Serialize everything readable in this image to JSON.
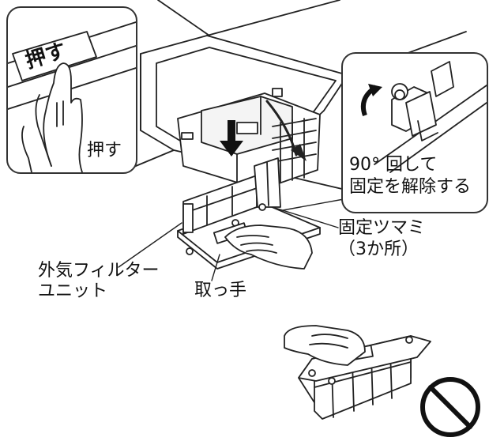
{
  "labels": {
    "push_sign": "押す",
    "push": "押す",
    "rotate_line1": "90° 回して",
    "rotate_line2": "固定を解除する",
    "knob_line1": "固定ツマミ",
    "knob_line2": "（3か所）",
    "unit_line1": "外気フィルター",
    "unit_line2": "ユニット",
    "handle": "取っ手"
  },
  "icons": {
    "prohibited": "prohibition-icon",
    "rotate": "rotate-ccw-arrow-icon",
    "push": "down-arrow-icon"
  },
  "colors": {
    "line": "#222222",
    "background": "#ffffff"
  }
}
